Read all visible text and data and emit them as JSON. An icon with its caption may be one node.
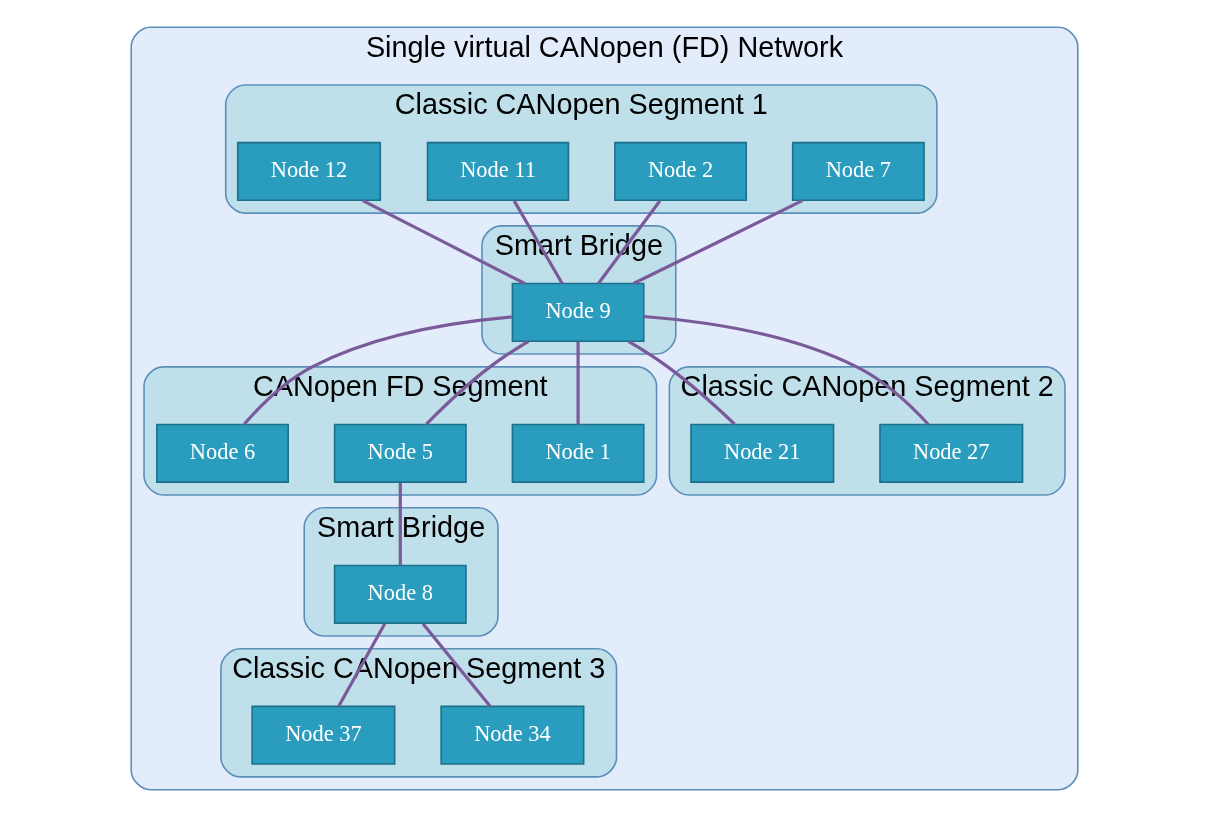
{
  "diagram": {
    "nodes": [
      {
        "text": [
          "Single virtual CANopen (FD) Network"
        ]
      },
      {
        "text": [
          "Classic CANopen Segment 1"
        ],
        "in": 0
      },
      {
        "text": [
          "Node 7"
        ],
        "in": 1
      },
      {
        "text": [
          "Node 2"
        ],
        "in": 1
      },
      {
        "text": [
          "Node 11"
        ],
        "in": 1
      },
      {
        "text": [
          "Node 12"
        ],
        "in": 1
      },
      {
        "text": [
          "CANopen FD Segment"
        ],
        "in": 0
      },
      {
        "text": [
          "Node 1"
        ],
        "in": 6
      },
      {
        "text": [
          "Node 5"
        ],
        "in": 6
      },
      {
        "text": [
          "Node 6"
        ],
        "in": 6
      },
      {
        "text": [
          "Smart Bridge"
        ],
        "in": 0
      },
      {
        "text": [
          "Node 9"
        ],
        "in": 10
      },
      {
        "text": [
          "Smart Bridge"
        ],
        "in": 0
      },
      {
        "text": [
          "Node 8"
        ],
        "in": 12
      },
      {
        "text": [
          "Classic CANopen Segment 2"
        ],
        "in": 0
      },
      {
        "text": [
          "Node 27"
        ],
        "in": 14
      },
      {
        "text": [
          "Node 21"
        ],
        "in": 14
      },
      {
        "text": [
          "Classic CANopen Segment 3"
        ],
        "in": 0
      },
      {
        "text": [
          "Node 34"
        ],
        "in": 17
      },
      {
        "text": [
          "Node 37"
        ],
        "in": 17
      }
    ],
    "edges": [
      {
        "from": 2,
        "to": 11,
        "arrow": "none"
      },
      {
        "from": 3,
        "to": 11,
        "arrow": "none"
      },
      {
        "from": 4,
        "to": 11,
        "arrow": "none"
      },
      {
        "from": 5,
        "to": 11,
        "arrow": "none"
      },
      {
        "from": 11,
        "to": 7,
        "arrow": "none"
      },
      {
        "from": 11,
        "to": 8,
        "arrow": "none"
      },
      {
        "from": 11,
        "to": 9,
        "arrow": "none"
      },
      {
        "from": 8,
        "to": 13,
        "arrow": "none"
      },
      {
        "from": 11,
        "to": 15,
        "arrow": "none"
      },
      {
        "from": 11,
        "to": 16,
        "arrow": "none"
      },
      {
        "from": 13,
        "to": 18,
        "arrow": "none"
      },
      {
        "from": 13,
        "to": 19,
        "arrow": "none"
      }
    ]
  }
}
